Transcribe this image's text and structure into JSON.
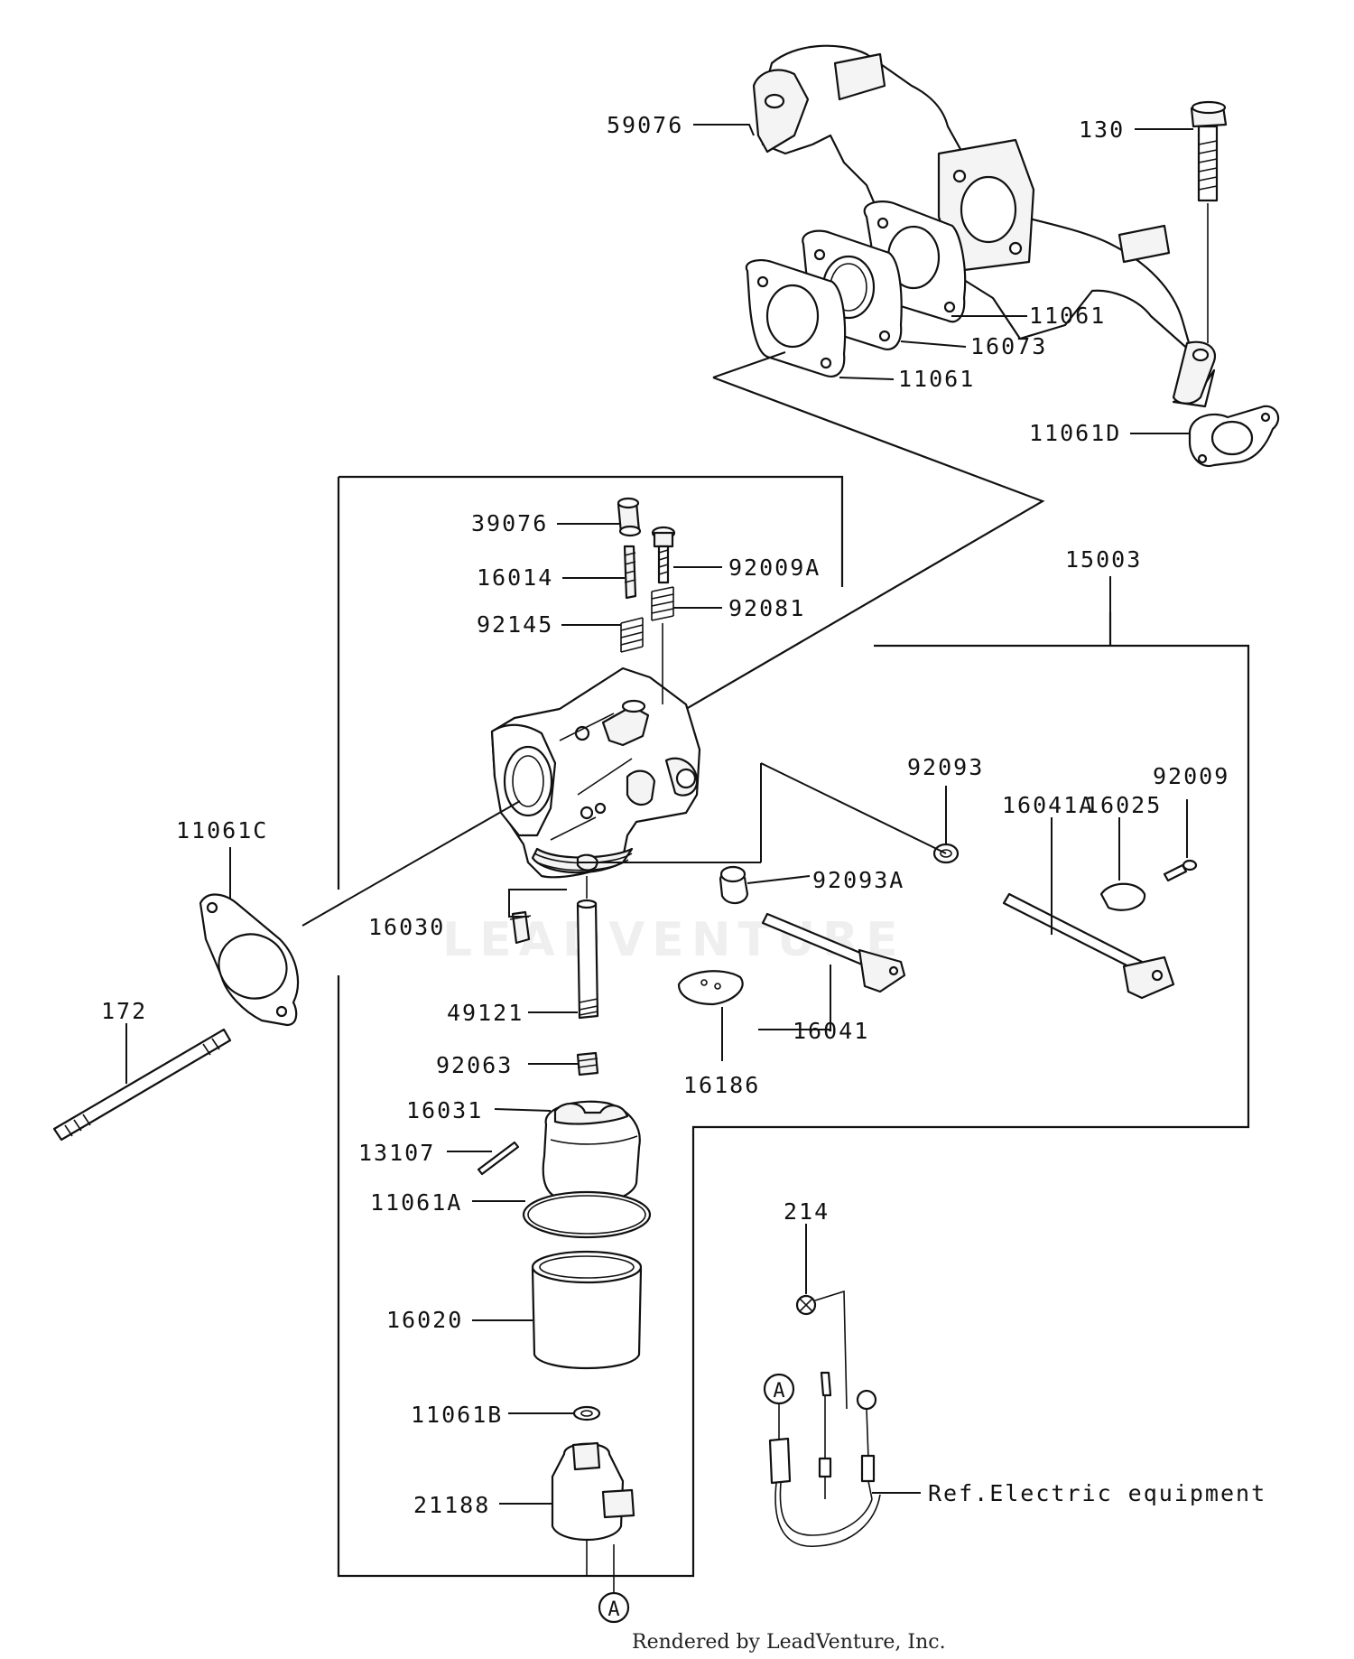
{
  "labels": {
    "p59076": "59076",
    "p130": "130",
    "p11061_top": "11061",
    "p16073": "16073",
    "p11061_mid": "11061",
    "p11061D": "11061D",
    "p39076": "39076",
    "p92009A": "92009A",
    "p16014": "16014",
    "p92081": "92081",
    "p92145": "92145",
    "p15003": "15003",
    "p92093": "92093",
    "p92009": "92009",
    "p16025": "16025",
    "p16041A": "16041A",
    "p11061C": "11061C",
    "p92093A": "92093A",
    "p16030": "16030",
    "p172": "172",
    "p49121": "49121",
    "p16041": "16041",
    "p92063": "92063",
    "p16186": "16186",
    "p16031": "16031",
    "p13107": "13107",
    "p11061A": "11061A",
    "p214": "214",
    "p16020": "16020",
    "p11061B": "11061B",
    "p21188": "21188",
    "ref_electric": "Ref.Electric equipment"
  },
  "callouts": {
    "marker_a_wire": "A",
    "marker_a_bottom": "A"
  },
  "watermark": "LEADVENTURE",
  "credit": "Rendered by LeadVenture, Inc."
}
